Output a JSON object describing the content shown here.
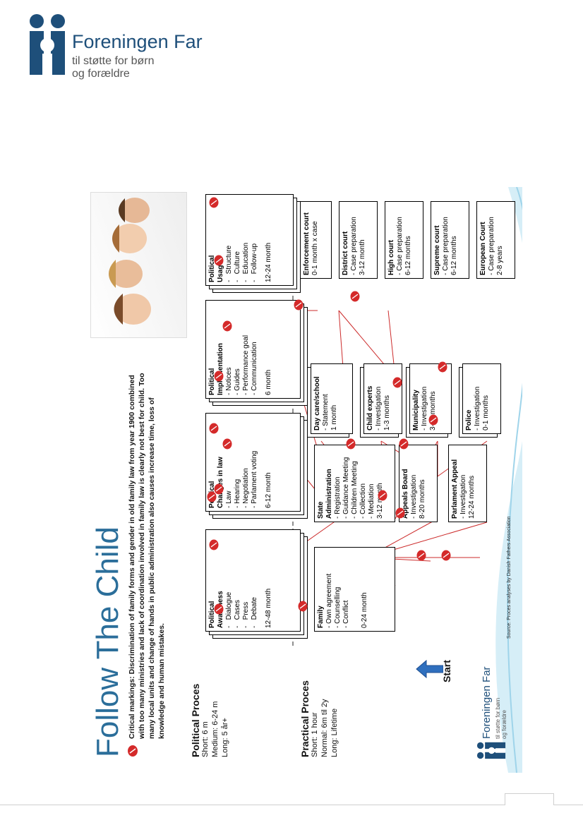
{
  "logo": {
    "title": "Foreningen Far",
    "sub1": "til støtte for børn",
    "sub2": "og forældre",
    "color": "#1e4f7a"
  },
  "slide": {
    "title": "Follow The Child",
    "critical": "Critical markings: Discrimination of family forms and gender in old family law from year 1900 combined with too many ministries and lack of coordination involved in family law is clearly not best for child. Too many local units and change of hands in public administration also causes increase time, loss of knowledge and human mistakes.",
    "political_proces": {
      "heading": "Political Proces",
      "lines": [
        "Short:      6 m",
        "Medium: 6-24 m",
        "Long:     5 år+"
      ]
    },
    "practical_proces": {
      "heading": "Practical Proces",
      "lines": [
        "Short:     1 hour",
        "Normal:  6m til 2y",
        "Long:      Lifetime"
      ]
    },
    "boxes": {
      "awareness": {
        "title": "Political\nAwareness",
        "items": "-   Dialogue\n-   Cases\n-   Press\n-   Debate",
        "time": "12-48 month"
      },
      "changes": {
        "title": "Political\nChanges in law",
        "items": "- Law\n- Hearing\n- Negotiation\n- Parlament voting",
        "time": "6-12 month"
      },
      "implementation": {
        "title": "Political\nImplementation",
        "items": "- Notices\n- Guides\n- Performance goal\n- Communication",
        "time": "6 month"
      },
      "usage": {
        "title": "Political\nUsage",
        "items": "-   Structure\n-   Culture\n-   Education\n-   Follow-up",
        "time": "12-24 month"
      },
      "family": {
        "title": "Family",
        "items": "- Own agreement\n- Counselling\n- Conflict",
        "time": "0-24 month"
      },
      "state": {
        "title": "State\nAdministration",
        "items": "- Registration\n- Guidance Meeting\n- Children Meeting\n- Collection\n- Mediation\n3-12 month"
      },
      "appeals": {
        "title": "Appeals Board",
        "items": "- Investigation\n8-20 months"
      },
      "parlament": {
        "title": "Parlament Appeal",
        "items": "- Investigation\n12-24 months"
      },
      "daycare": {
        "title": "Day care/school",
        "items": "- Statement\n1 month"
      },
      "childexperts": {
        "title": "Child experts",
        "items": "- Investigation\n1-3 months"
      },
      "municipality": {
        "title": "Municipality",
        "items": "- Investigation\n3-12 months"
      },
      "police": {
        "title": "Police",
        "items": "- Investigation\n0-1 months"
      },
      "enforcement": {
        "title": "Enforcement court",
        "items": "0-1 month x case"
      },
      "district": {
        "title": "District court",
        "items": "- Case preparation\n3-12 month"
      },
      "high": {
        "title": "High court",
        "items": "- Case preparation\n6-12 months"
      },
      "supreme": {
        "title": "Supreme court",
        "items": "- Case preparation\n6-12 months"
      },
      "european": {
        "title": "European Court",
        "items": "- Case preparation\n2-8 years"
      }
    },
    "start": "Start",
    "source": "Source: Proces analyses by Danish Fathers Association",
    "footer_logo": {
      "title": "Foreningen Far",
      "sub1": "til støtte for børn",
      "sub2": "og forældre"
    },
    "colors": {
      "title": "#2b6e9a",
      "lines": "#cc2b2b",
      "marker": "#d42a2a",
      "arrow": "#2f6fbe"
    }
  }
}
